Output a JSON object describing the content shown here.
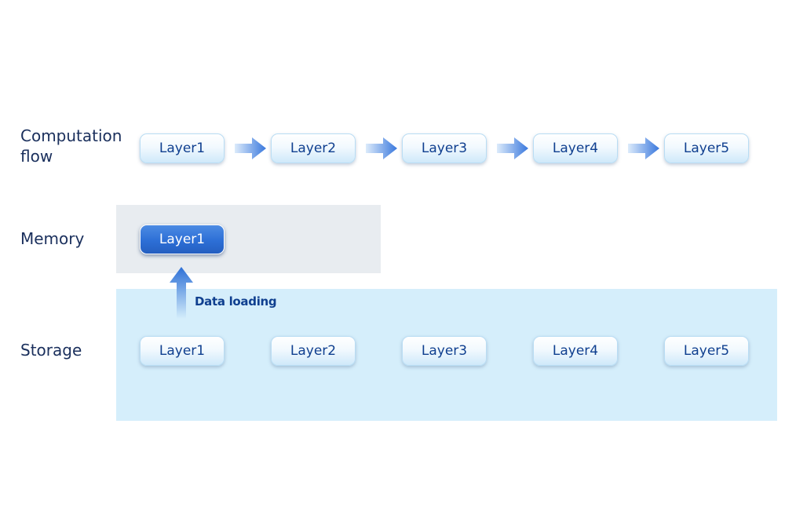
{
  "rows": {
    "computation": "Computation\nflow",
    "memory": "Memory",
    "storage": "Storage"
  },
  "computation_layers": [
    "Layer1",
    "Layer2",
    "Layer3",
    "Layer4",
    "Layer5"
  ],
  "memory_layers": [
    "Layer1"
  ],
  "storage_layers": [
    "Layer1",
    "Layer2",
    "Layer3",
    "Layer4",
    "Layer5"
  ],
  "data_loading_label": "Data loading",
  "colors": {
    "label_text": "#1a2f5c",
    "layer_text": "#0f3f8f",
    "active_layer": "#2d6fd6",
    "memory_zone": "#e8ecf0",
    "storage_zone": "#d5eefb",
    "arrow": "#3a78dd"
  }
}
